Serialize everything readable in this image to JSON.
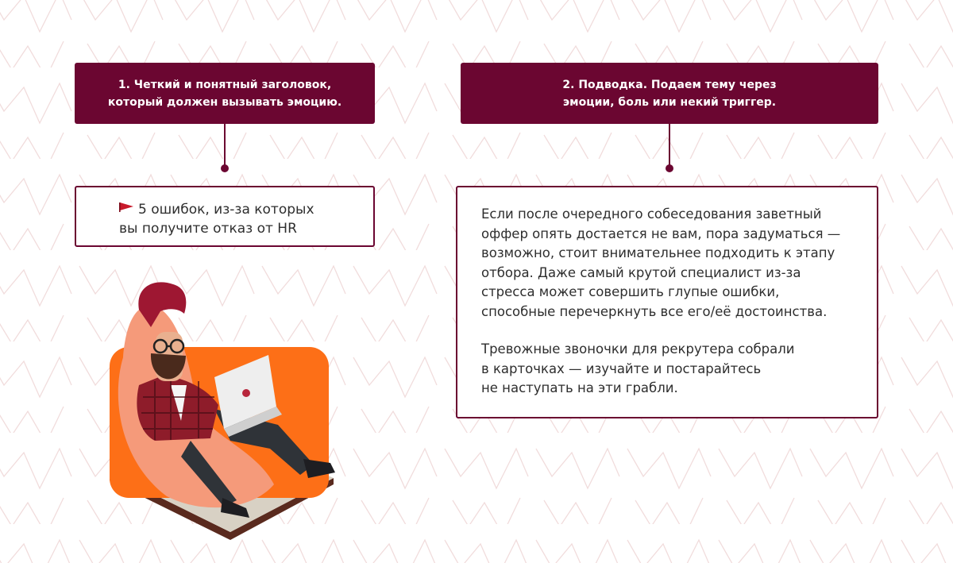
{
  "colors": {
    "primary": "#6b0631",
    "accent_orange": "#fd6f17",
    "chair": "#f59a7a",
    "text": "#2e2e2e"
  },
  "step1": {
    "header_lines": [
      "1. Четкий и понятный заголовок,",
      "который должен вызывать эмоцию."
    ],
    "example_icon": "red-flag-icon",
    "example_lines": [
      "5 ошибок, из-за которых",
      "вы получите отказ от HR"
    ]
  },
  "step2": {
    "header_lines": [
      "2. Подводка. Подаем тему через",
      "эмоции, боль или некий триггер."
    ],
    "paragraph1_lines": [
      "Если после очередного собеседования заветный",
      "оффер опять достается не вам, пора задуматься —",
      "возможно, стоит внимательнее подходить к этапу",
      "отбора. Даже самый крутой специалист из-за",
      "стресса может совершить глупые ошибки,",
      "способные перечеркнуть все его/её достоинства."
    ],
    "paragraph2_lines": [
      "Тревожные звоночки для рекрутера собрали",
      "в карточках — изучайте и постарайтесь",
      "не наступать на эти грабли."
    ]
  }
}
